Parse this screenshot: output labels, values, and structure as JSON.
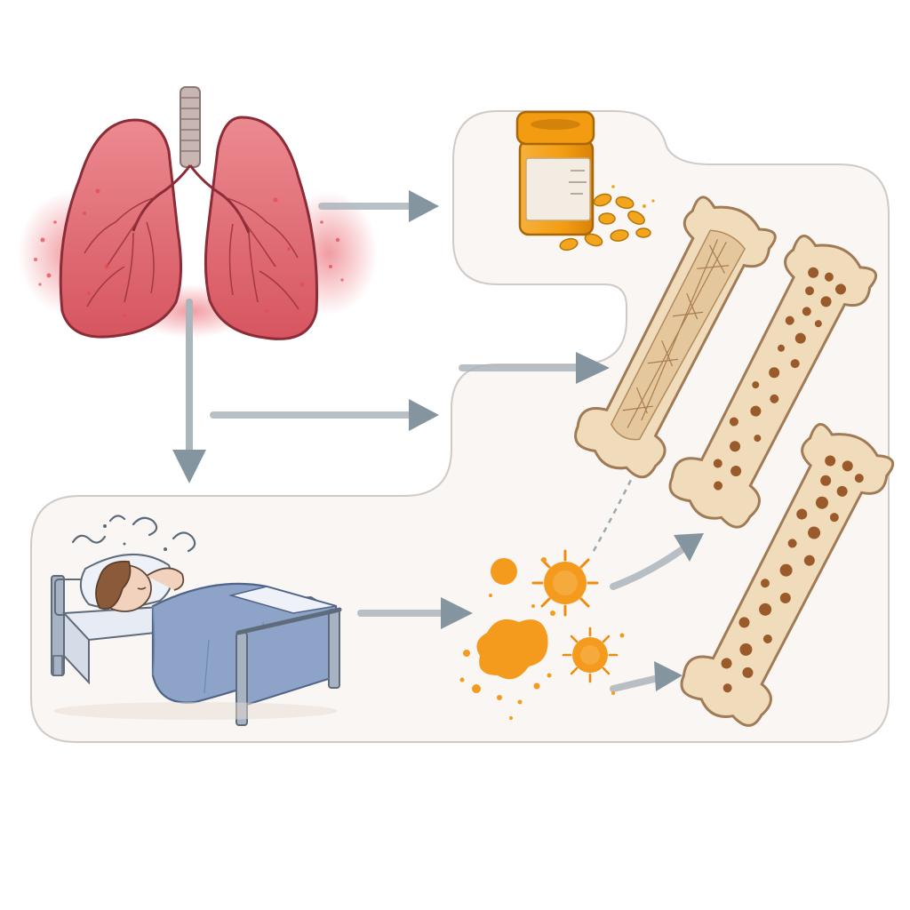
{
  "diagram": {
    "palette": {
      "panel_fill": "#faf6f3",
      "panel_stroke": "#cfcac6",
      "arrow": "#9aa8b0",
      "arrow_dark": "#8595a0",
      "lung_light": "#e9707a",
      "lung_dark": "#c44050",
      "lung_outline": "#8c2c37",
      "inflammation": "#e64a55",
      "trachea": "#b9a7a4",
      "bottle_body": "#f6a21a",
      "bottle_cap": "#f39c12",
      "bottle_label": "#f3ece2",
      "pill": "#f3a51e",
      "bone_outer": "#f0dcbb",
      "bone_outline": "#a07b55",
      "bone_pore": "#9a5a2a",
      "bone_pore_light": "#c9905a",
      "cell": "#f49a1c",
      "bed_frame": "#a7b3c2",
      "blanket": "#8da4c8",
      "blanket_dark": "#6f87ad",
      "sheet": "#e7ecf4",
      "hair": "#8a5a3a",
      "skin": "#f3d2bd"
    },
    "nodes": [
      {
        "id": "lungs",
        "icon": "lungs-icon"
      },
      {
        "id": "medication",
        "icon": "pill-bottle-icon"
      },
      {
        "id": "bones",
        "icon": "bone-cross-section-icon"
      },
      {
        "id": "bed-rest",
        "icon": "bedridden-patient-icon"
      },
      {
        "id": "inflammatory-cells",
        "icon": "cytokine-cells-icon"
      }
    ]
  }
}
